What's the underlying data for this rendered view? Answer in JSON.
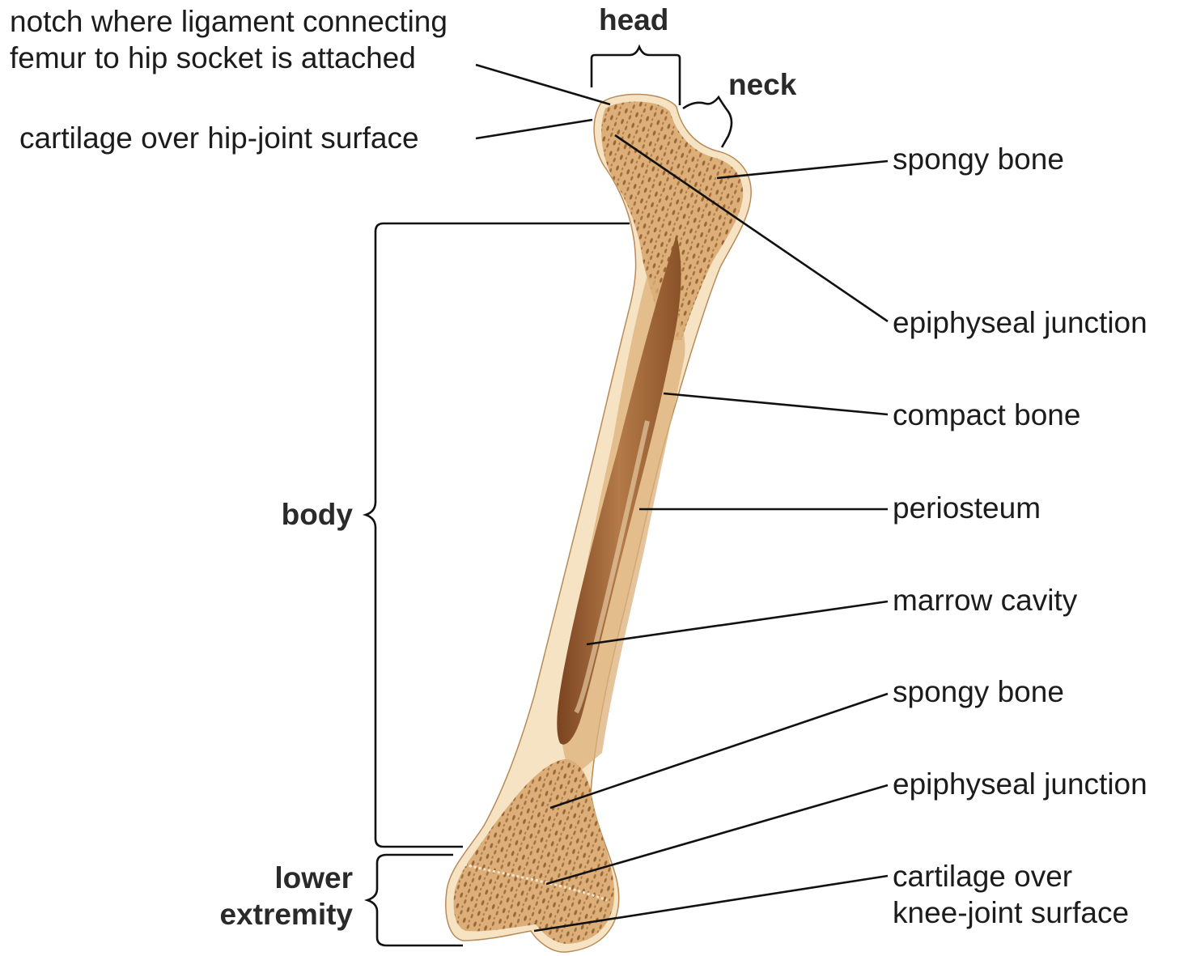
{
  "labels": {
    "notch": [
      "notch where ligament connecting",
      "femur to hip socket is attached"
    ],
    "cartilage_hip": "cartilage over hip-joint surface",
    "head": "head",
    "neck": "neck",
    "spongy_bone_upper": "spongy bone",
    "epiphyseal_upper": "epiphyseal junction",
    "compact_bone": "compact bone",
    "periosteum": "periosteum",
    "marrow_cavity": "marrow cavity",
    "spongy_bone_lower": "spongy bone",
    "epiphyseal_lower": "epiphyseal junction",
    "cartilage_knee": [
      "cartilage over",
      "knee-joint surface"
    ],
    "body": "body",
    "lower_extremity": [
      "lower",
      "extremity"
    ]
  },
  "colors": {
    "bone_outer": "#f6e3c4",
    "bone_fill": "#dcb07a",
    "spongy_dots": "#9c6a3c",
    "marrow": "#a86e3e",
    "marrow_dark": "#6f3f1c",
    "leader_line": "#111111"
  }
}
